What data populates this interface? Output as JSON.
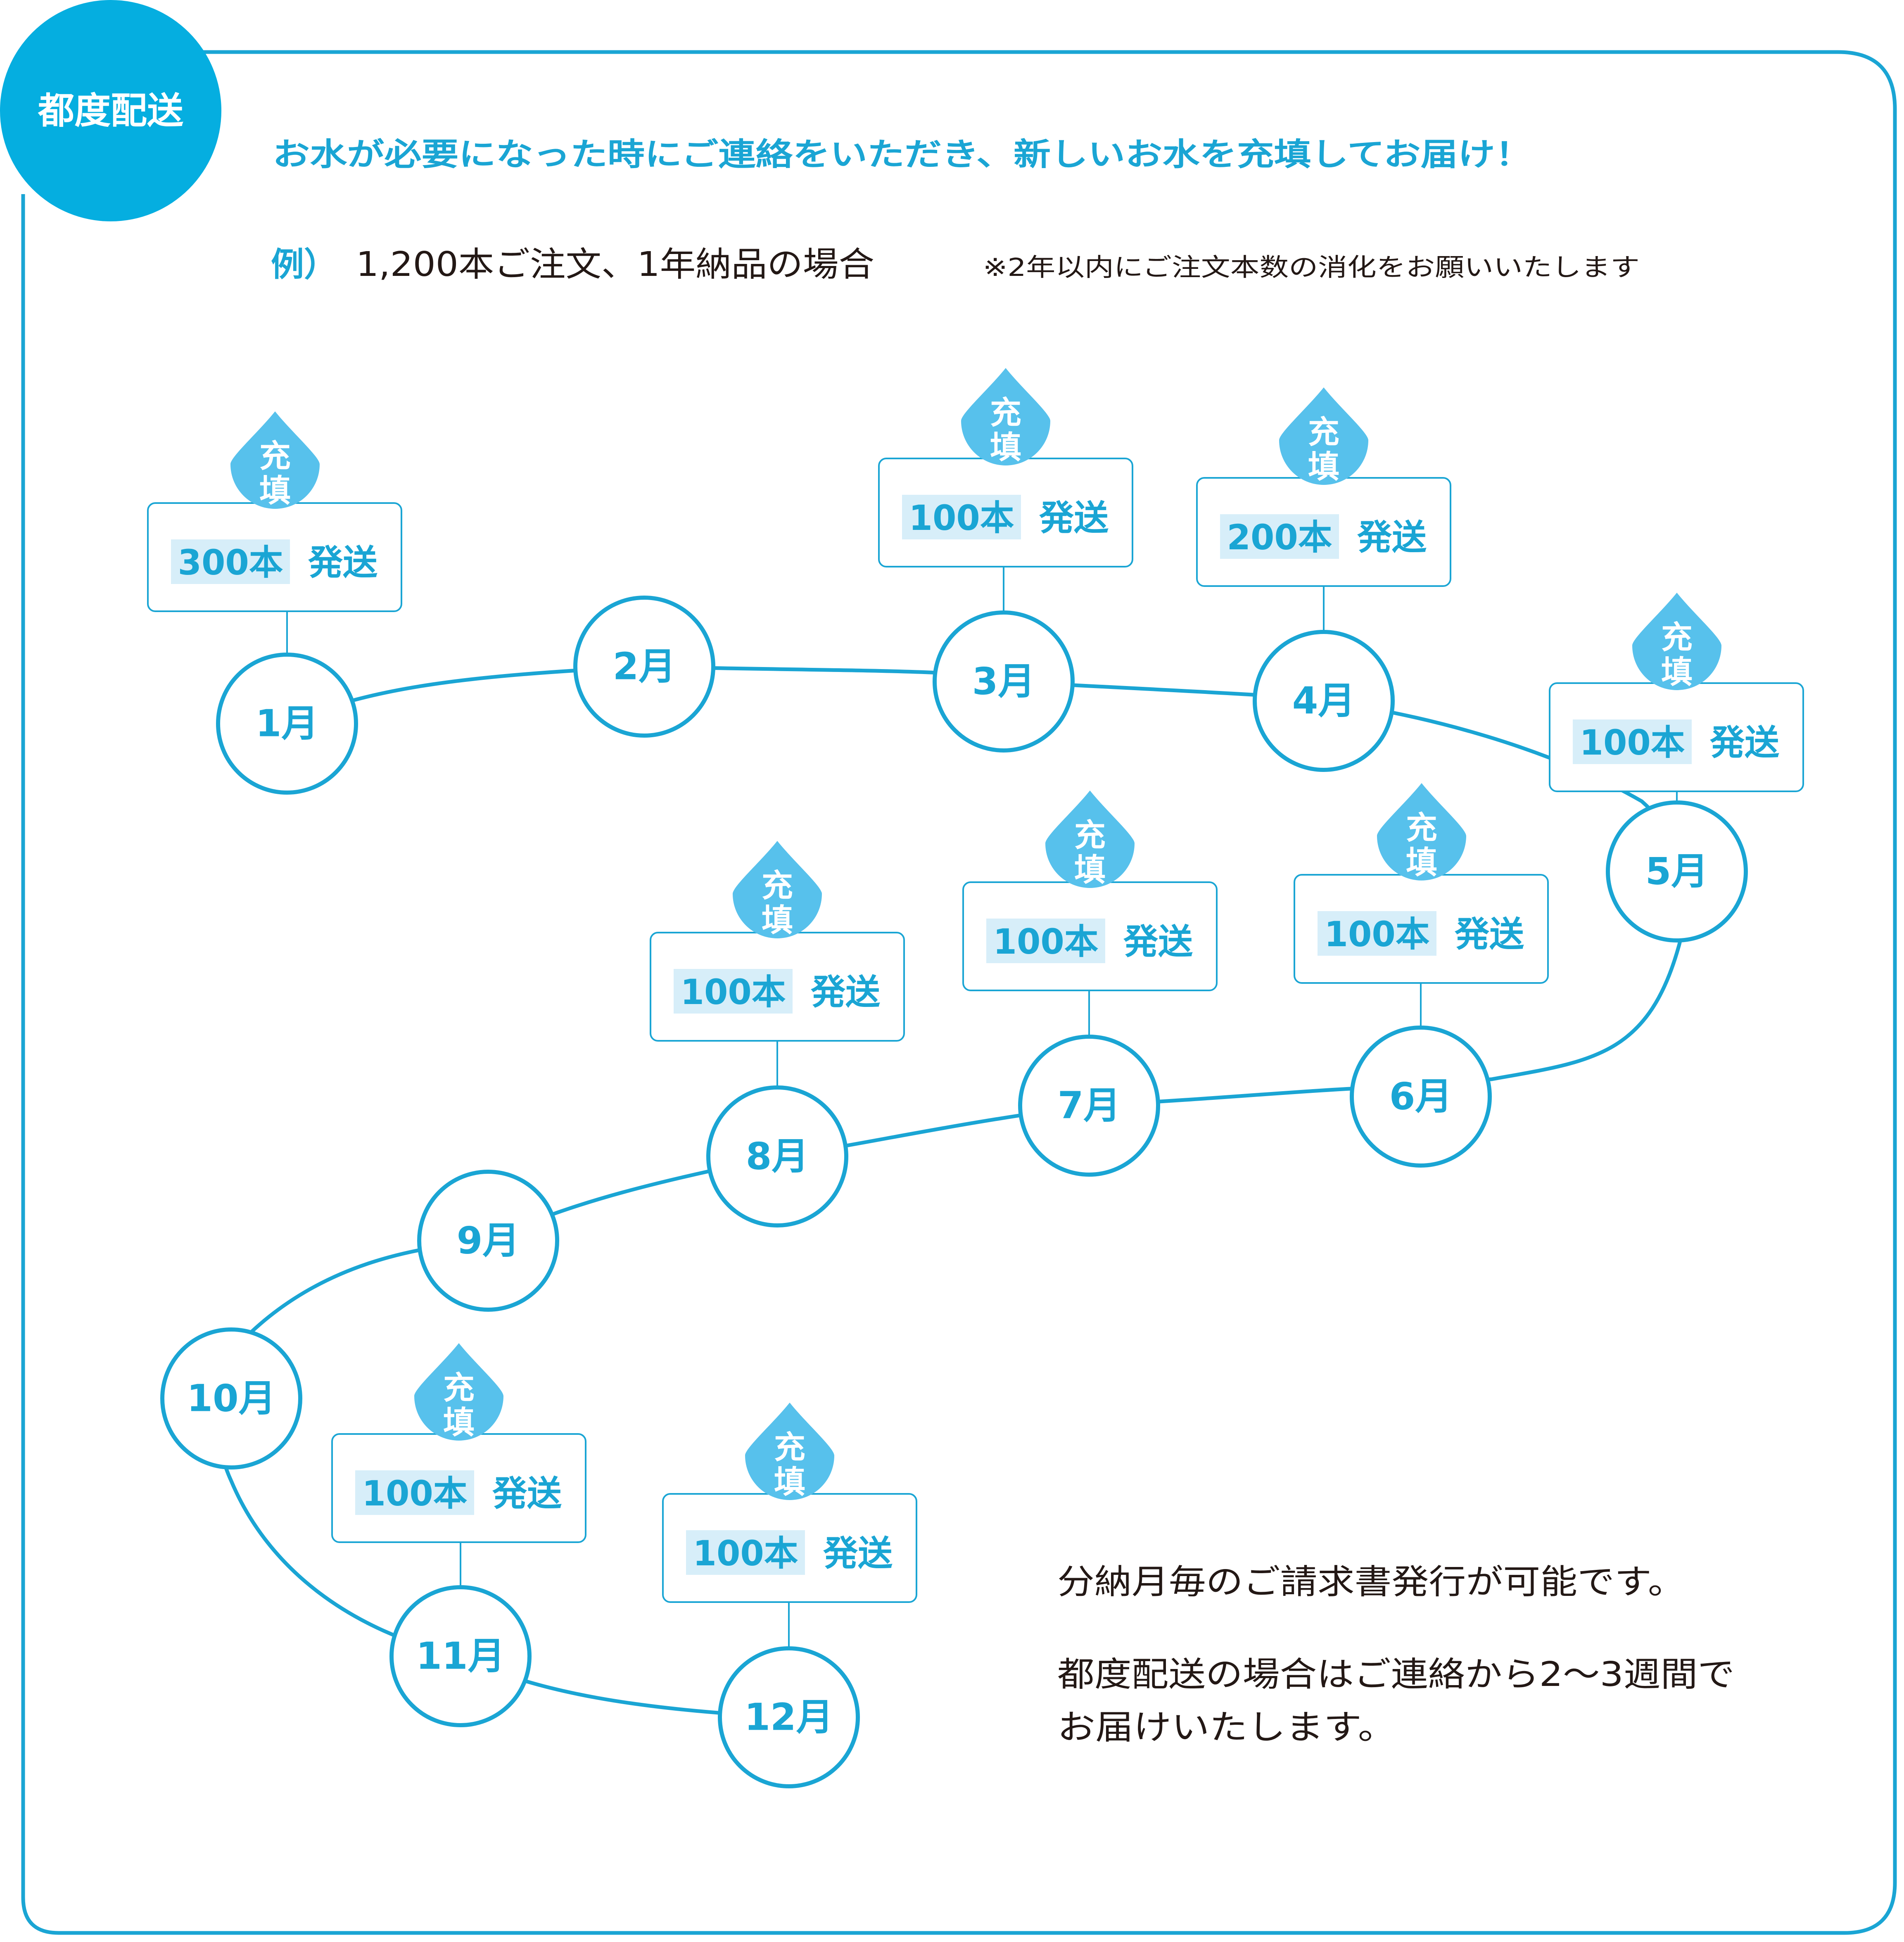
{
  "colors": {
    "accent": "#1aa5d4",
    "badge": "#05aee0",
    "drop": "#57c1ec",
    "highlight": "#d7eef9",
    "text": "#231815",
    "white": "#ffffff"
  },
  "badge": {
    "label": "都度配送"
  },
  "headline": "お水が必要になった時にご連絡をいただき、新しいお水を充填してお届け！",
  "example": {
    "prefix": "例）",
    "text": "1,200本ご注文、1年納品の場合",
    "note": "※2年以内にご注文本数の消化をお願いいたします"
  },
  "drop_label": [
    "充",
    "填"
  ],
  "ship_suffix": "発送",
  "months": [
    {
      "label": "1月",
      "qty": "300本"
    },
    {
      "label": "2月"
    },
    {
      "label": "3月",
      "qty": "100本"
    },
    {
      "label": "4月",
      "qty": "200本"
    },
    {
      "label": "5月",
      "qty": "100本"
    },
    {
      "label": "6月",
      "qty": "100本"
    },
    {
      "label": "7月",
      "qty": "100本"
    },
    {
      "label": "8月",
      "qty": "100本"
    },
    {
      "label": "9月"
    },
    {
      "label": "10月"
    },
    {
      "label": "11月",
      "qty": "100本"
    },
    {
      "label": "12月",
      "qty": "100本"
    }
  ],
  "info": {
    "line1": "分納月毎のご請求書発行が可能です。",
    "line2": "都度配送の場合はご連絡から2〜3週間で",
    "line3": "お届けいたします。"
  }
}
